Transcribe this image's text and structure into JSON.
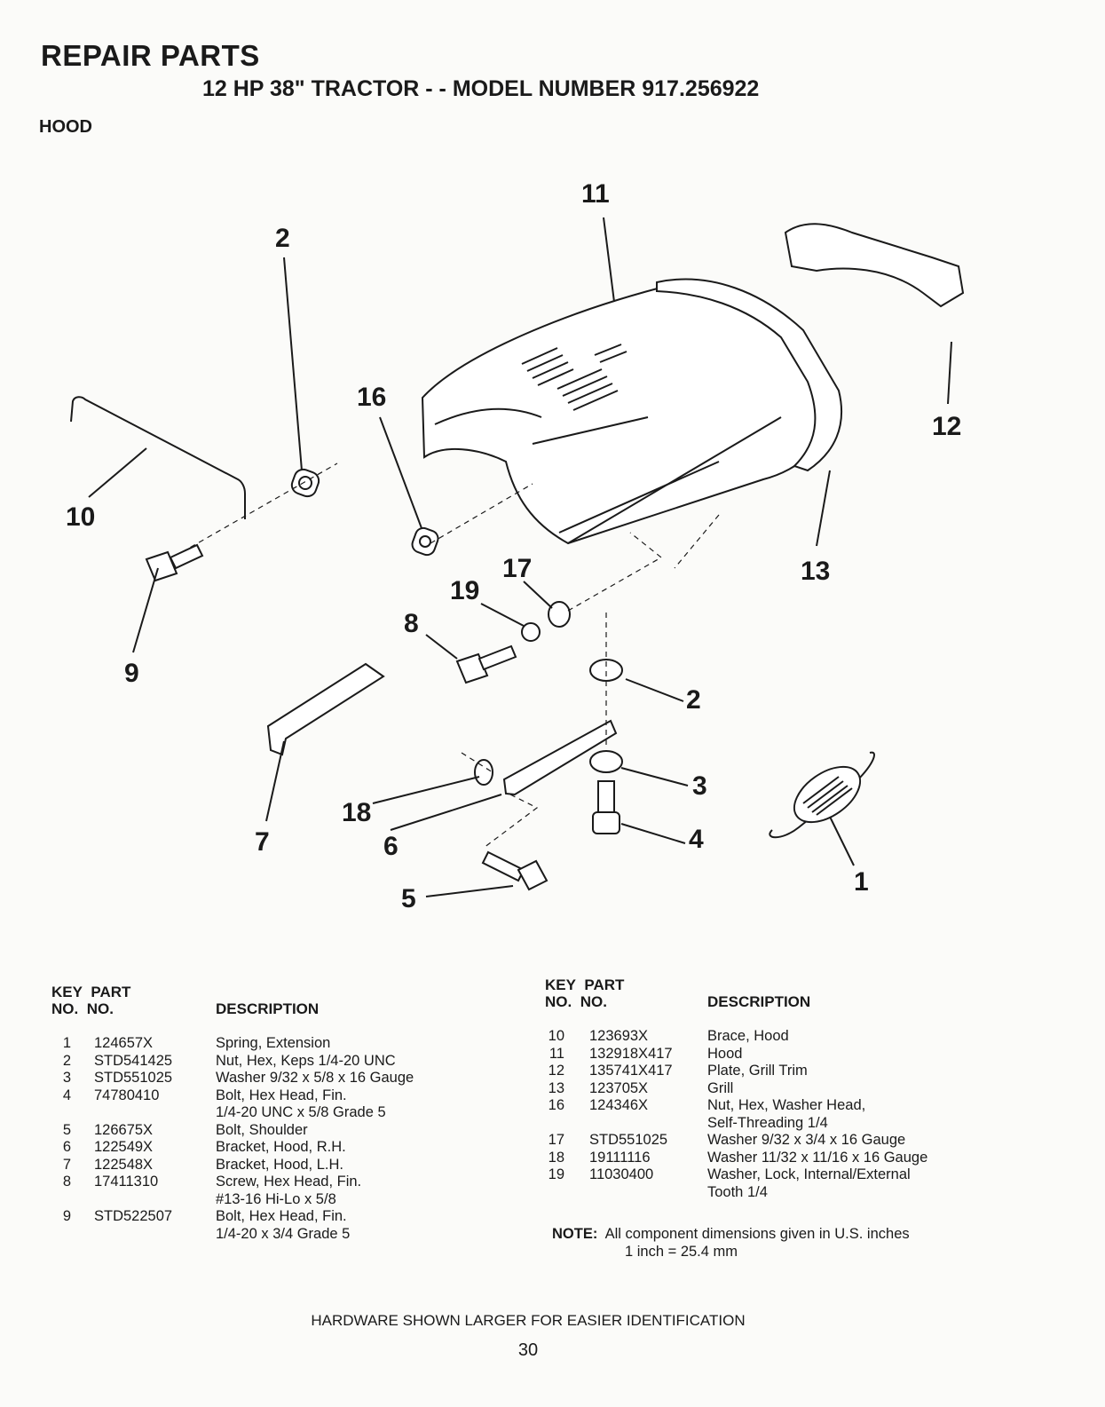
{
  "header": {
    "title": "REPAIR PARTS",
    "subtitle": "12 HP 38\" TRACTOR - - MODEL NUMBER 917.256922",
    "section": "HOOD"
  },
  "callouts": [
    "1",
    "2",
    "3",
    "4",
    "5",
    "6",
    "7",
    "8",
    "9",
    "10",
    "11",
    "12",
    "13",
    "16",
    "17",
    "18",
    "19",
    "2"
  ],
  "columns": {
    "key_top": "KEY",
    "key_bottom": "NO.",
    "part_top": "PART",
    "part_bottom": "NO.",
    "description": "DESCRIPTION"
  },
  "left_table": [
    {
      "key": "1",
      "part": "124657X",
      "desc": [
        "Spring, Extension"
      ]
    },
    {
      "key": "2",
      "part": "STD541425",
      "desc": [
        "Nut, Hex, Keps 1/4-20 UNC"
      ]
    },
    {
      "key": "3",
      "part": "STD551025",
      "desc": [
        "Washer 9/32 x 5/8 x 16 Gauge"
      ]
    },
    {
      "key": "4",
      "part": "74780410",
      "desc": [
        "Bolt, Hex Head, Fin.",
        "1/4-20 UNC x 5/8 Grade 5"
      ]
    },
    {
      "key": "5",
      "part": "126675X",
      "desc": [
        "Bolt, Shoulder"
      ]
    },
    {
      "key": "6",
      "part": "122549X",
      "desc": [
        "Bracket, Hood, R.H."
      ]
    },
    {
      "key": "7",
      "part": "122548X",
      "desc": [
        "Bracket, Hood, L.H."
      ]
    },
    {
      "key": "8",
      "part": "17411310",
      "desc": [
        "Screw, Hex Head, Fin.",
        "#13-16 Hi-Lo x 5/8"
      ]
    },
    {
      "key": "9",
      "part": "STD522507",
      "desc": [
        "Bolt, Hex Head, Fin.",
        "1/4-20 x 3/4 Grade 5"
      ]
    }
  ],
  "right_table": [
    {
      "key": "10",
      "part": "123693X",
      "desc": [
        "Brace, Hood"
      ]
    },
    {
      "key": "11",
      "part": "132918X417",
      "desc": [
        "Hood"
      ]
    },
    {
      "key": "12",
      "part": "135741X417",
      "desc": [
        "Plate, Grill Trim"
      ]
    },
    {
      "key": "13",
      "part": "123705X",
      "desc": [
        "Grill"
      ]
    },
    {
      "key": "16",
      "part": "124346X",
      "desc": [
        "Nut, Hex, Washer Head,",
        "Self-Threading 1/4"
      ]
    },
    {
      "key": "17",
      "part": "STD551025",
      "desc": [
        "Washer 9/32 x 3/4 x 16 Gauge"
      ]
    },
    {
      "key": "18",
      "part": "19111116",
      "desc": [
        "Washer 11/32 x 11/16 x 16 Gauge"
      ]
    },
    {
      "key": "19",
      "part": "11030400",
      "desc": [
        "Washer, Lock, Internal/External",
        "Tooth 1/4"
      ]
    }
  ],
  "note": {
    "label": "NOTE:",
    "line1": "All component dimensions given in U.S. inches",
    "line2": "1 inch = 25.4 mm"
  },
  "footer": "HARDWARE SHOWN LARGER FOR EASIER IDENTIFICATION",
  "page_number": "30"
}
